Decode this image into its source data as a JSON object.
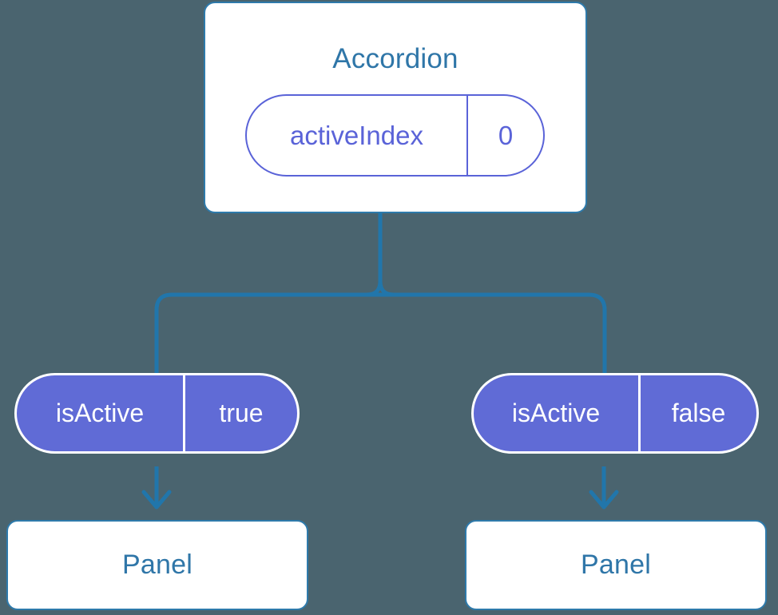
{
  "theme": {
    "background": "#4a646f",
    "card_bg": "#ffffff",
    "card_border": "#2e7aab",
    "title_text": "#2f76a8",
    "pill_outline": "#5a63d8",
    "pill_fill": "#606bd6",
    "pill_filled_text": "#ffffff",
    "connector": "#2176ab"
  },
  "diagram": {
    "type": "component-tree",
    "root": {
      "title": "Accordion",
      "state": {
        "key": "activeIndex",
        "value": "0"
      }
    },
    "children": [
      {
        "prop": {
          "key": "isActive",
          "value": "true"
        },
        "component": {
          "title": "Panel"
        }
      },
      {
        "prop": {
          "key": "isActive",
          "value": "false"
        },
        "component": {
          "title": "Panel"
        }
      }
    ]
  }
}
